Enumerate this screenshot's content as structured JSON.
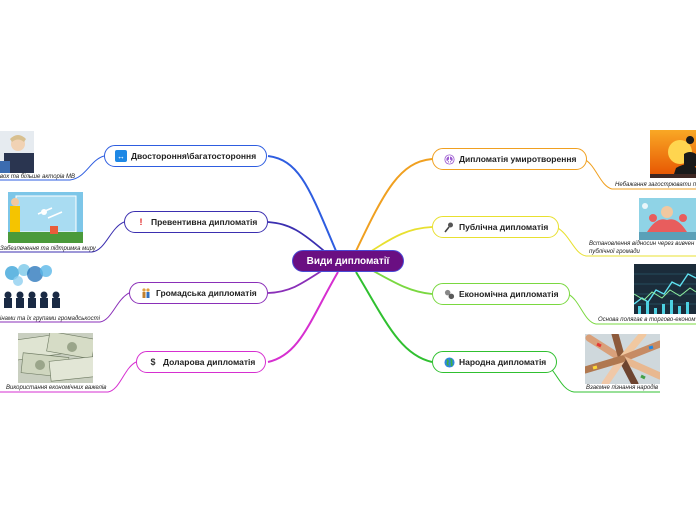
{
  "central": "Види дипломатії",
  "left": [
    {
      "label": "Двостороння\\багатостороння",
      "icon": "left-right-arrow-icon",
      "color": "#2e5de0",
      "note": "вох та більше акторів МВ"
    },
    {
      "label": "Превентивна дипломатія",
      "icon": "exclamation-icon",
      "color": "#3b2fb0",
      "note": "Забезпечення та підтримка миру"
    },
    {
      "label": "Громадська дипломатія",
      "icon": "people-icon",
      "color": "#8a2fb8",
      "note": "інами та їх групами громадськості"
    },
    {
      "label": "Доларова дипломатія",
      "icon": "dollar-icon",
      "color": "#d62fd0",
      "note": "Використання економічних важелів"
    }
  ],
  "right": [
    {
      "label": "Дипломатія умиротворення",
      "icon": "peace-icon",
      "color": "#f0a020",
      "note": "Небажання загострювати пр"
    },
    {
      "label": "Публічна дипломатія",
      "icon": "microphone-icon",
      "color": "#e8e030",
      "note": "Встановлення відносин через вивчен публічної громади"
    },
    {
      "label": "Економічна дипломатія",
      "icon": "exchange-icon",
      "color": "#7ad840",
      "note": "Основа полягає в торгово-економ"
    },
    {
      "label": "Народна дипломатія",
      "icon": "globe-icon",
      "color": "#30c030",
      "note": "Взаємне пізнання народів"
    }
  ],
  "colors": {
    "central_bg": "#6a0f82",
    "central_border": "#4a4ad6"
  }
}
